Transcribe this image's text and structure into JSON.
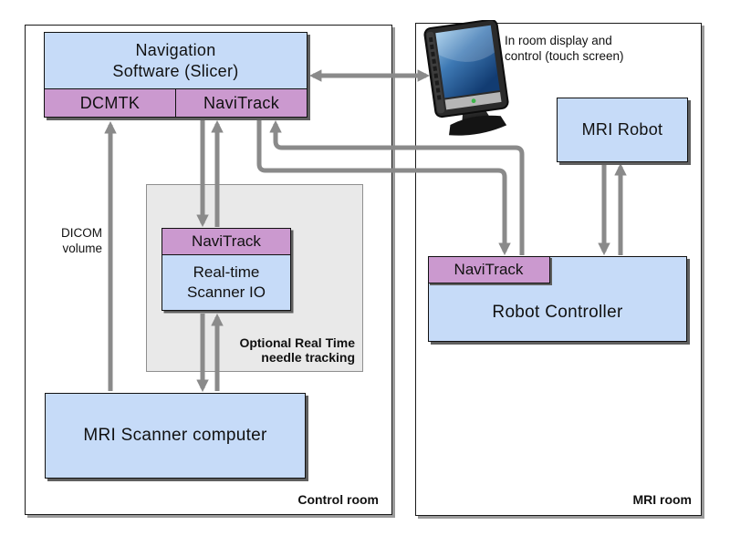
{
  "colors": {
    "box_blue": "#c6dbf8",
    "box_purple": "#cb99cf",
    "optional_gray": "#e9e9e9",
    "arrow_gray": "#8a8a8a",
    "shadow_dark": "#5f5f5f",
    "shadow_room": "#9b9b9b"
  },
  "control_room": {
    "label": "Control room",
    "navigation_box": {
      "title_line1": "Navigation",
      "title_line2": "Software (Slicer)",
      "dcmtk_label": "DCMTK",
      "navitrack_label": "NaviTrack"
    },
    "dicom_label_line1": "DICOM",
    "dicom_label_line2": "volume",
    "optional_group": {
      "navitrack_label": "NaviTrack",
      "scanner_io_line1": "Real-time",
      "scanner_io_line2": "Scanner IO",
      "caption_line1": "Optional Real Time",
      "caption_line2": "needle tracking"
    },
    "scanner_label": "MRI Scanner computer"
  },
  "mri_room": {
    "label": "MRI room",
    "display_caption_line1": "In room display and",
    "display_caption_line2": "control (touch screen)",
    "mri_robot_label": "MRI Robot",
    "robot_controller": {
      "navitrack_label": "NaviTrack",
      "label": "Robot Controller"
    }
  }
}
